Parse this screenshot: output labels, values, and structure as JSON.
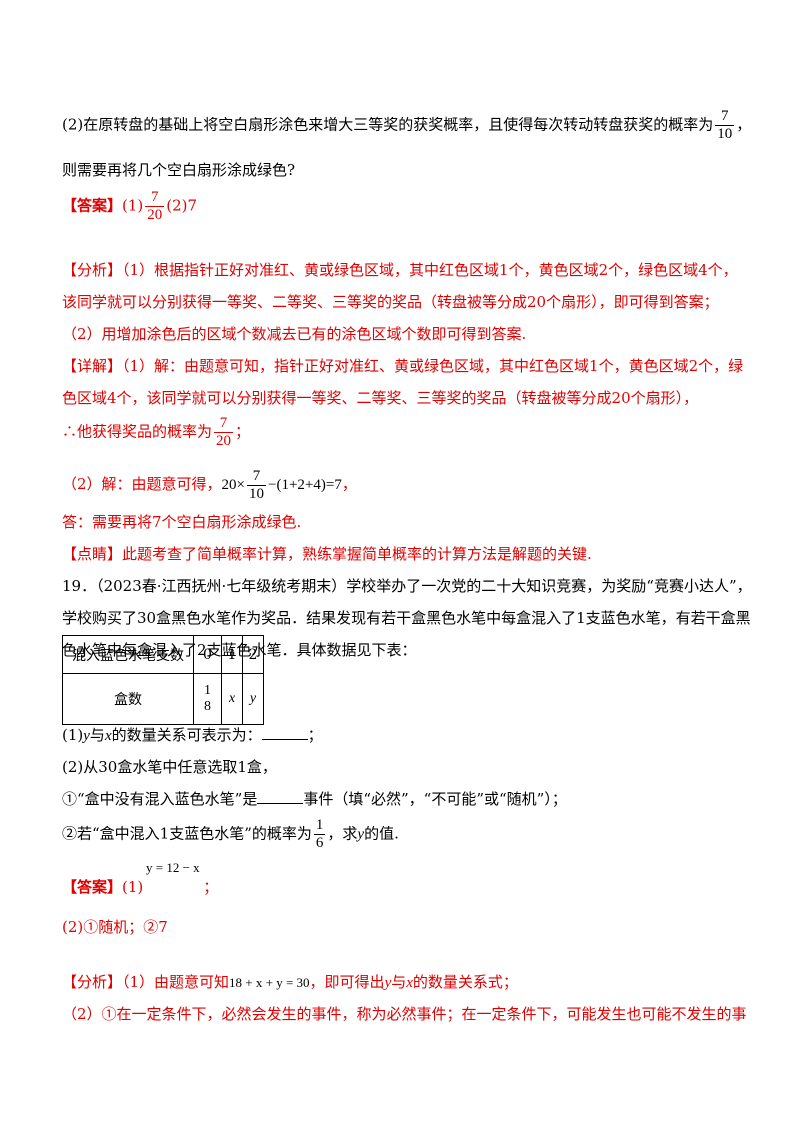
{
  "q2_text_a": "(2)在原转盘的基础上将空白扇形涂色来增大三等奖的获奖概率，且使得每次转动转盘获奖的概率为",
  "q2_frac": {
    "num": "7",
    "den": "10"
  },
  "q2_text_b": "，",
  "q2_line2": "则需要再将几个空白扇形涂成绿色?",
  "ans1_label": "【答案】",
  "ans1_p1": "(1)",
  "ans1_frac": {
    "num": "7",
    "den": "20"
  },
  "ans1_p2": "(2)7",
  "ana1_line1": "【分析】（1）根据指针正好对准红、黄或绿色区域，其中红色区域1个，黄色区域2个，绿色区域4个，",
  "ana1_line2": "该同学就可以分别获得一等奖、二等奖、三等奖的奖品（转盘被等分成20个扇形），即可得到答案；",
  "ana1_line3": "（2）用增加涂色后的区域个数减去已有的涂色区域个数即可得到答案.",
  "det_line1": "【详解】（1）解：由题意可知，指针正好对准红、黄或绿色区域，其中红色区域1个，黄色区域2个，绿",
  "det_line2": "色区域4个，该同学就可以分别获得一等奖、二等奖、三等奖的奖品（转盘被等分成20个扇形），",
  "det_line3_a": "∴他获得奖品的概率为",
  "det_frac": {
    "num": "7",
    "den": "20"
  },
  "det_line3_b": "；",
  "det_line4_a": "（2）解：由题意可得，",
  "det_line4_eq_a": "20×",
  "det_line4_frac": {
    "num": "7",
    "den": "10"
  },
  "det_line4_eq_b": "−(1+2+4)=7",
  "det_line4_b": "，",
  "det_line5": "答：需要再将7个空白扇形涂成绿色.",
  "tip_line": "【点睛】此题考查了简单概率计算，熟练掌握简单概率的计算方法是解题的关键.",
  "q19_line1": "19．（2023春·江西抚州·七年级统考期末）学校举办了一次党的二十大知识竞赛，为奖励“竞赛小达人”，",
  "q19_line2": "学校购买了30盒黑色水笔作为奖品．结果发现有若干盒黑色水笔中每盒混入了1支蓝色水笔，有若干盒黑",
  "q19_line3": "色水笔中每盒混入了2支蓝色水笔．具体数据见下表：",
  "table": {
    "row1": [
      "混入蓝色水笔支数",
      "0",
      "1",
      "2"
    ],
    "row2_label": "盒数",
    "row2_c1_top": "1",
    "row2_c1_bottom": "8",
    "row2_c2": "x",
    "row2_c3": "y"
  },
  "q19_p1_a": "(1)",
  "q19_p1_y": "y",
  "q19_p1_b": "与",
  "q19_p1_x": "x",
  "q19_p1_c": "的数量关系可表示为：",
  "q19_p1_d": "；",
  "q19_p2": "(2)从30盒水笔中任意选取1盒，",
  "q19_p2_1a": "①“盒中没有混入蓝色水笔”是",
  "q19_p2_1b": "事件（填“必然”，“不可能”或“随机”）；",
  "q19_p2_2a": "②若“盒中混入1支蓝色水笔”的概率为",
  "q19_p2_frac": {
    "num": "1",
    "den": "6"
  },
  "q19_p2_2b": "，求",
  "q19_p2_y": "y",
  "q19_p2_2c": "的值.",
  "ans2_label": "【答案】",
  "ans2_p1": "(1)",
  "ans2_eq": "y = 12 − x",
  "ans2_semicolon": "；",
  "ans2_p2": "(2)①随机；②7",
  "ana2_line1_a": "【分析】（1）由题意可知",
  "ana2_line1_eq": "18 + x + y = 30",
  "ana2_line1_b": "，即可得出",
  "ana2_line1_y": "y",
  "ana2_line1_c": "与",
  "ana2_line1_x": "x",
  "ana2_line1_d": "的数量关系式；",
  "ana2_line2": "（2）①在一定条件下，必然会发生的事件，称为必然事件；在一定条件下，可能发生也可能不发生的事"
}
